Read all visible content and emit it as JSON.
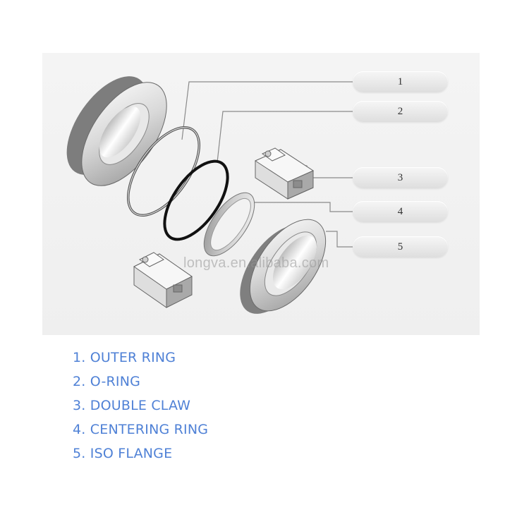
{
  "callouts": [
    "1",
    "2",
    "3",
    "4",
    "5"
  ],
  "watermark": "longva.en.alibaba.com",
  "parts": [
    "1. OUTER RING",
    "2. O-RING",
    "3. DOUBLE CLAW",
    "4. CENTERING RING",
    "5. ISO FLANGE"
  ],
  "colors": {
    "list_text": "#4f81d6",
    "leader_line": "#8a8a8a",
    "callout_fill": "#e6e6e6",
    "background_panel": "#f2f2f2",
    "o_ring": "#111111"
  }
}
